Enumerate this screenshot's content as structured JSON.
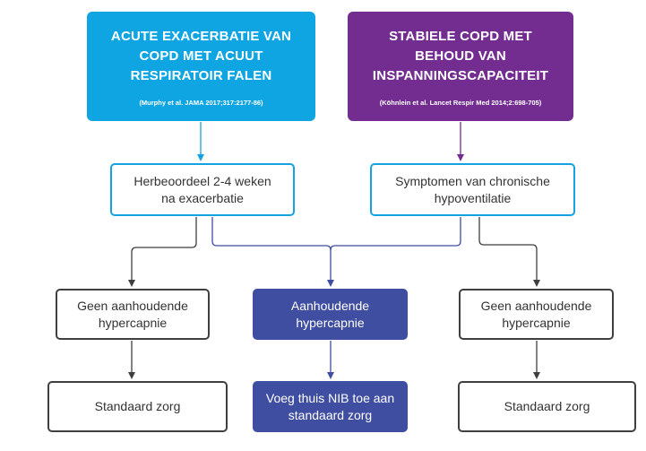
{
  "top_left": {
    "title": "ACUTE EXACERBATIE VAN COPD MET ACUUT RESPIRATOIR FALEN",
    "reference": "(Murphy et al. JAMA 2017;317:2177-86)",
    "color": "#0ea5e2"
  },
  "top_right": {
    "title": "STABIELE COPD MET BEHOUD VAN INSPANNINGSCAPACITEIT",
    "reference": "(Köhnlein et al. Lancet Respir Med 2014;2:698-705)",
    "color": "#732d91"
  },
  "mid_left": {
    "text": "Herbeoordeel 2-4 weken na exacerbatie"
  },
  "mid_right": {
    "text": "Symptomen van chronische hypoventilatie"
  },
  "row3": {
    "left": "Geen aanhoudende hypercapnie",
    "center": "Aanhoudende hypercapnie",
    "right": "Geen aanhoudende hypercapnie"
  },
  "row4": {
    "left": "Standaard zorg",
    "center": "Voeg thuis NIB toe aan standaard zorg",
    "right": "Standaard zorg"
  },
  "colors": {
    "blue": "#15a3df",
    "purple": "#732d91",
    "indigo": "#3f4ea1",
    "dark": "#3f3f3f"
  }
}
